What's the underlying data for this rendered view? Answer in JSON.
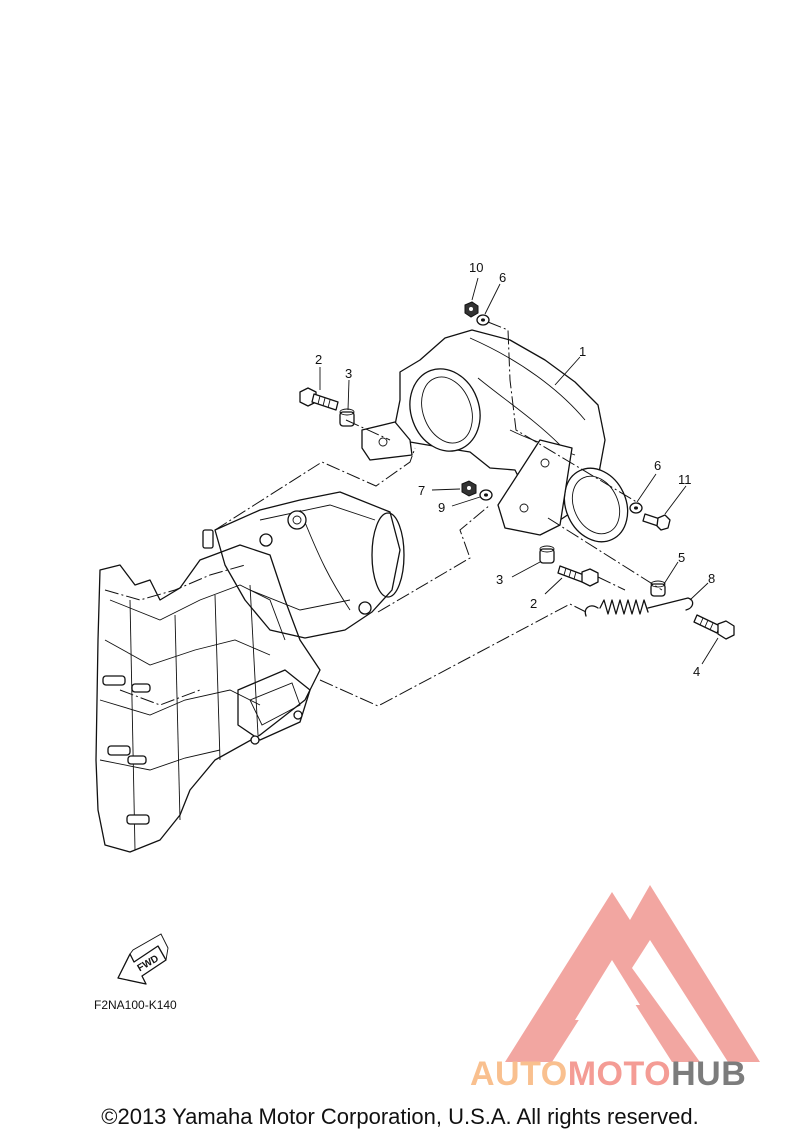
{
  "diagram": {
    "callouts": [
      {
        "id": "c10a",
        "label": "10"
      },
      {
        "id": "c6a",
        "label": "6"
      },
      {
        "id": "c1",
        "label": "1"
      },
      {
        "id": "c2a",
        "label": "2"
      },
      {
        "id": "c3a",
        "label": "3"
      },
      {
        "id": "c7",
        "label": "7"
      },
      {
        "id": "c9",
        "label": "9"
      },
      {
        "id": "c6b",
        "label": "6"
      },
      {
        "id": "c11",
        "label": "11"
      },
      {
        "id": "c5",
        "label": "5"
      },
      {
        "id": "c8",
        "label": "8"
      },
      {
        "id": "c3b",
        "label": "3"
      },
      {
        "id": "c2b",
        "label": "2"
      },
      {
        "id": "c4",
        "label": "4"
      }
    ],
    "fwd_arrow_label": "FWD",
    "drawing_code": "F2NA100-K140"
  },
  "watermark": {
    "part1": "AUTO",
    "part2": "MOTO",
    "part3": "HUB",
    "colors": {
      "orange": "#f9c08f",
      "pink": "#f49c95",
      "gray": "#7c7c7c",
      "logo": "#f2a29c"
    }
  },
  "footer": {
    "copyright": "©2013 Yamaha Motor Corporation, U.S.A. All rights reserved."
  }
}
